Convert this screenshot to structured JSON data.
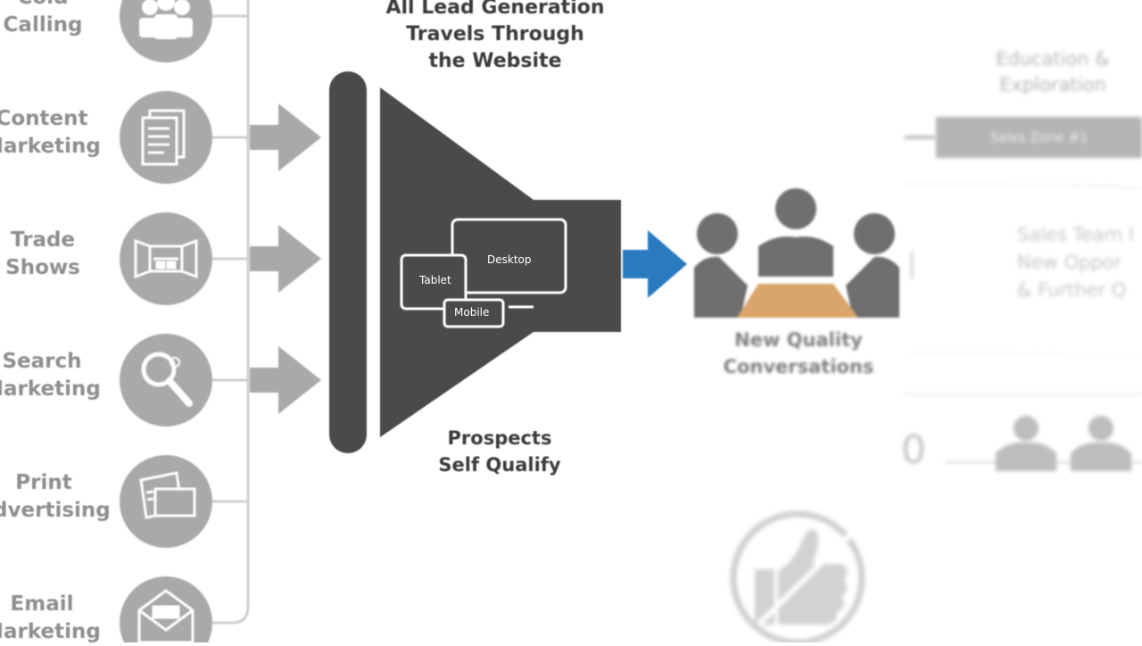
{
  "header": {
    "title_lines": [
      "All Lead Generation",
      "Travels Through",
      "the Website"
    ]
  },
  "channels": [
    {
      "lines": [
        "Cold",
        "Calling"
      ],
      "icon": "people-icon"
    },
    {
      "lines": [
        "Content",
        "Marketing"
      ],
      "icon": "document-icon"
    },
    {
      "lines": [
        "Trade",
        "Shows"
      ],
      "icon": "booth-icon"
    },
    {
      "lines": [
        "Search",
        "Marketing"
      ],
      "icon": "magnifier-icon"
    },
    {
      "lines": [
        "Print",
        "Advertising"
      ],
      "icon": "print-ad-icon"
    },
    {
      "lines": [
        "Email",
        "Marketing"
      ],
      "icon": "envelope-icon"
    }
  ],
  "devices": {
    "tablet": "Tablet",
    "desktop": "Desktop",
    "mobile": "Mobile"
  },
  "funnel": {
    "caption_lines": [
      "Prospects",
      "Self Qualify"
    ]
  },
  "outcome": {
    "caption_lines": [
      "New Quality",
      "Conversations"
    ],
    "table_color": "#d9a56b",
    "arrow_color": "#2a7abf"
  },
  "right_panel": {
    "education_lines": [
      "Education &",
      "Exploration"
    ],
    "zone_label": "Sales Zone #1",
    "team_lines": [
      "Sales Team I",
      "New Oppor",
      "& Further Q"
    ],
    "count": "0"
  },
  "colors": {
    "channel_gray": "#a9a9a9",
    "funnel_dark": "#4a4a4a",
    "text_dark": "#3c3c3c"
  }
}
